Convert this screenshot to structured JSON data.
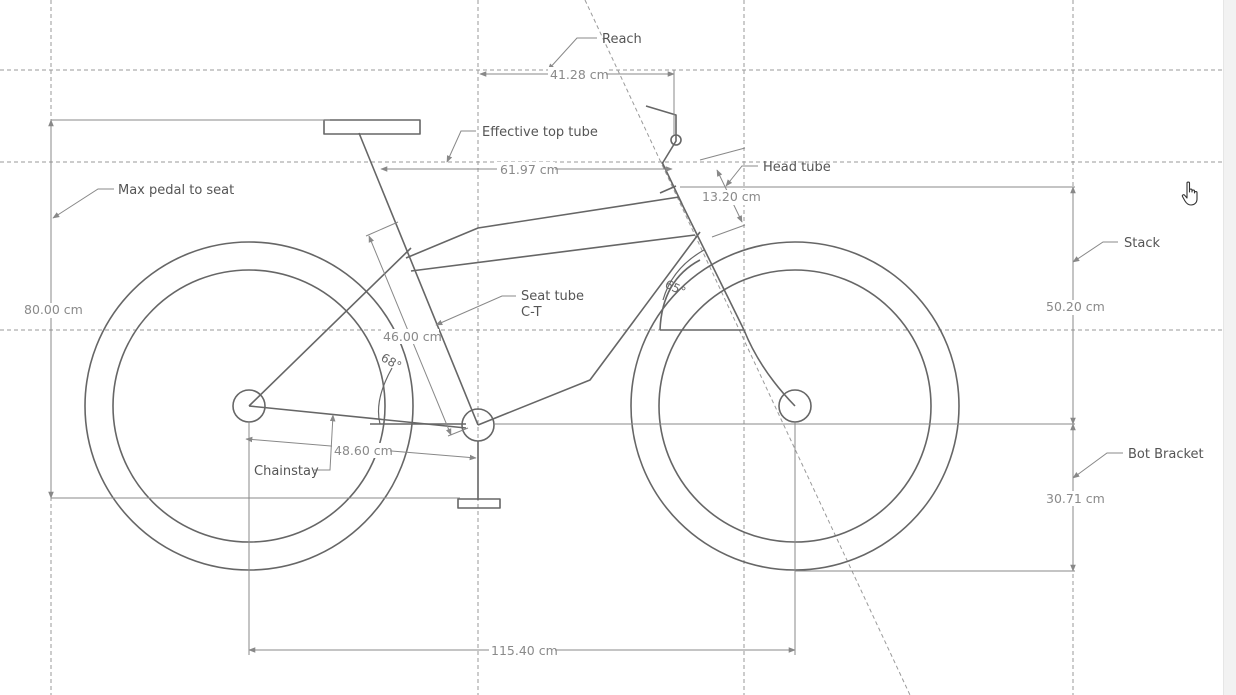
{
  "labels": {
    "reach": "Reach",
    "effective_top_tube": "Effective top tube",
    "head_tube": "Head tube",
    "max_pedal_to_seat": "Max pedal to seat",
    "stack": "Stack",
    "seat_tube": "Seat tube",
    "seat_tube_sub": "C-T",
    "chainstay": "Chainstay",
    "bot_bracket": "Bot Bracket"
  },
  "dimensions": {
    "reach": "41.28 cm",
    "effective_top_tube": "61.97 cm",
    "head_tube": "13.20 cm",
    "max_pedal_to_seat": "80.00 cm",
    "stack": "50.20 cm",
    "seat_tube": "46.00 cm",
    "chainstay": "48.60 cm",
    "bot_bracket": "30.71 cm",
    "wheelbase": "115.40 cm"
  },
  "angles": {
    "head_angle": "65°",
    "seat_angle": "68°"
  },
  "icons": {
    "cursor": "hand-pointer-icon"
  }
}
